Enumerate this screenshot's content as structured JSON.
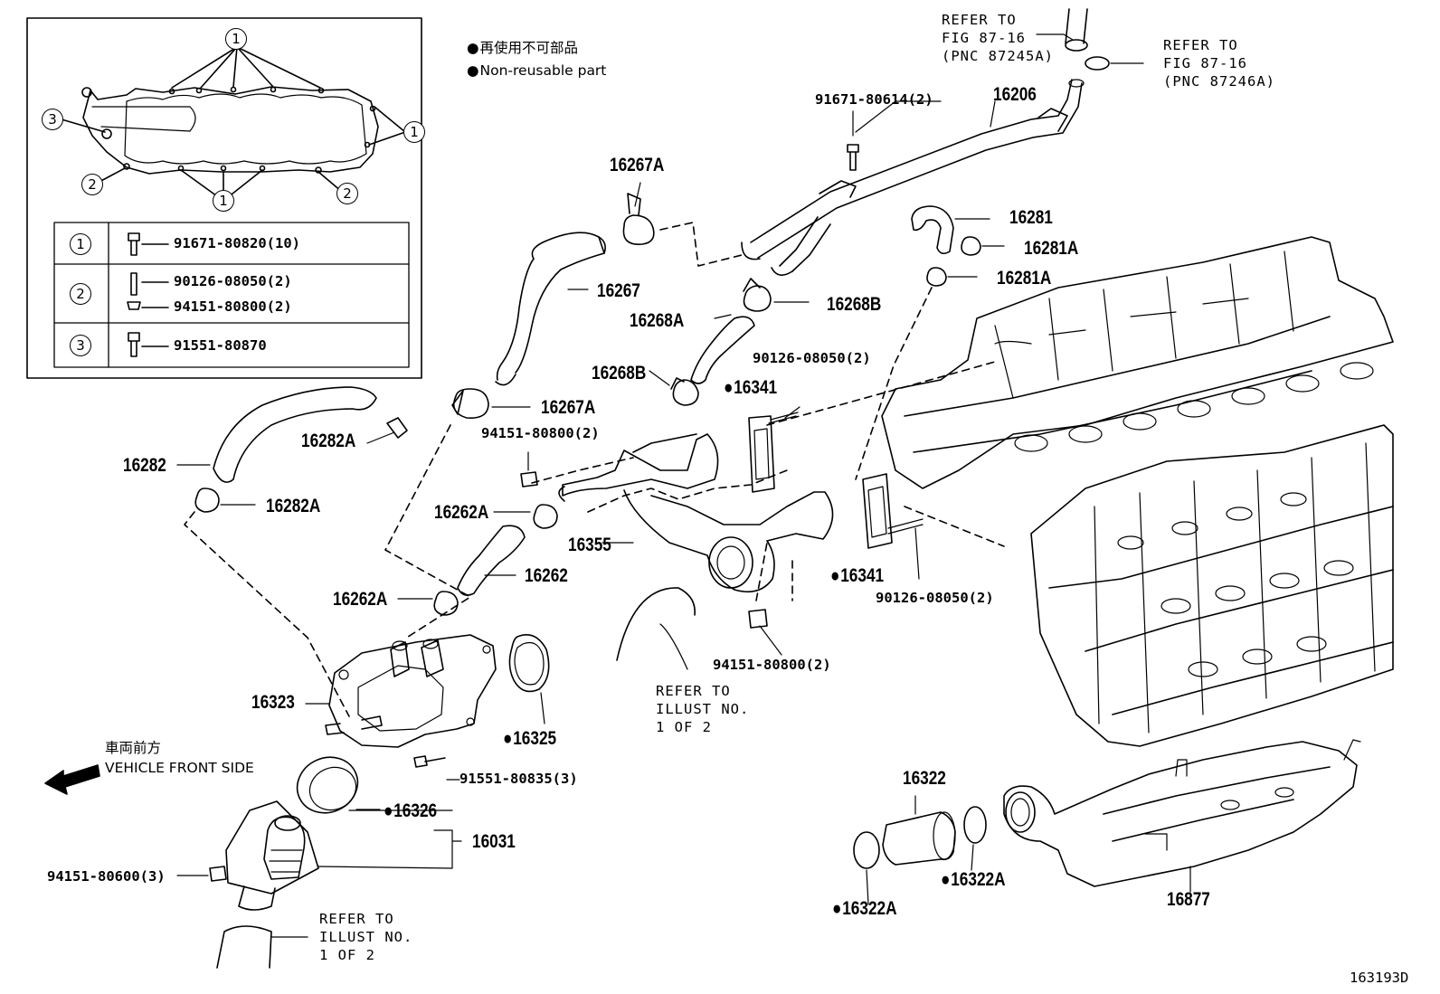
{
  "legend": {
    "jp": "再使用不可部品",
    "en": "Non-reusable part"
  },
  "inset": {
    "callouts": [
      "1",
      "2",
      "3"
    ],
    "table": [
      {
        "key": "1",
        "parts": [
          "91671-80820(10)"
        ]
      },
      {
        "key": "2",
        "parts": [
          "90126-08050(2)",
          "94151-80800(2)"
        ]
      },
      {
        "key": "3",
        "parts": [
          "91551-80870"
        ]
      }
    ]
  },
  "refs": {
    "fig_a": "REFER TO\nFIG 87-16\n(PNC 87245A)",
    "fig_b": "REFER TO\nFIG 87-16\n(PNC 87246A)",
    "illust_a": "REFER TO\nILLUST NO.\n1 OF 2",
    "illust_b": "REFER TO\nILLUST NO.\n1 OF 2"
  },
  "direction": {
    "jp": "車両前方",
    "en": "VEHICLE FRONT SIDE"
  },
  "parts": {
    "p16206": "16206",
    "p91671_80614": "91671-80614(2)",
    "p16267A_top": "16267A",
    "p16281": "16281",
    "p16281A_a": "16281A",
    "p16281A_b": "16281A",
    "p16267": "16267",
    "p16268B_a": "16268B",
    "p16268A": "16268A",
    "p90126_a": "90126-08050(2)",
    "p16268B_b": "16268B",
    "p16341_a": "16341",
    "p16267A_b": "16267A",
    "p94151_a": "94151-80800(2)",
    "p16282": "16282",
    "p16282A_a": "16282A",
    "p16282A_b": "16282A",
    "p16262A_a": "16262A",
    "p16355": "16355",
    "p16262": "16262",
    "p16341_b": "16341",
    "p90126_b": "90126-08050(2)",
    "p16262A_b": "16262A",
    "p94151_b": "94151-80800(2)",
    "p16323": "16323",
    "p16325": "16325",
    "p91551_80835": "91551-80835(3)",
    "p16326": "16326",
    "p16031": "16031",
    "p94151_80600": "94151-80600(3)",
    "p16322": "16322",
    "p16322A_a": "16322A",
    "p16322A_b": "16322A",
    "p16877": "16877"
  },
  "figure_id": "163193D"
}
